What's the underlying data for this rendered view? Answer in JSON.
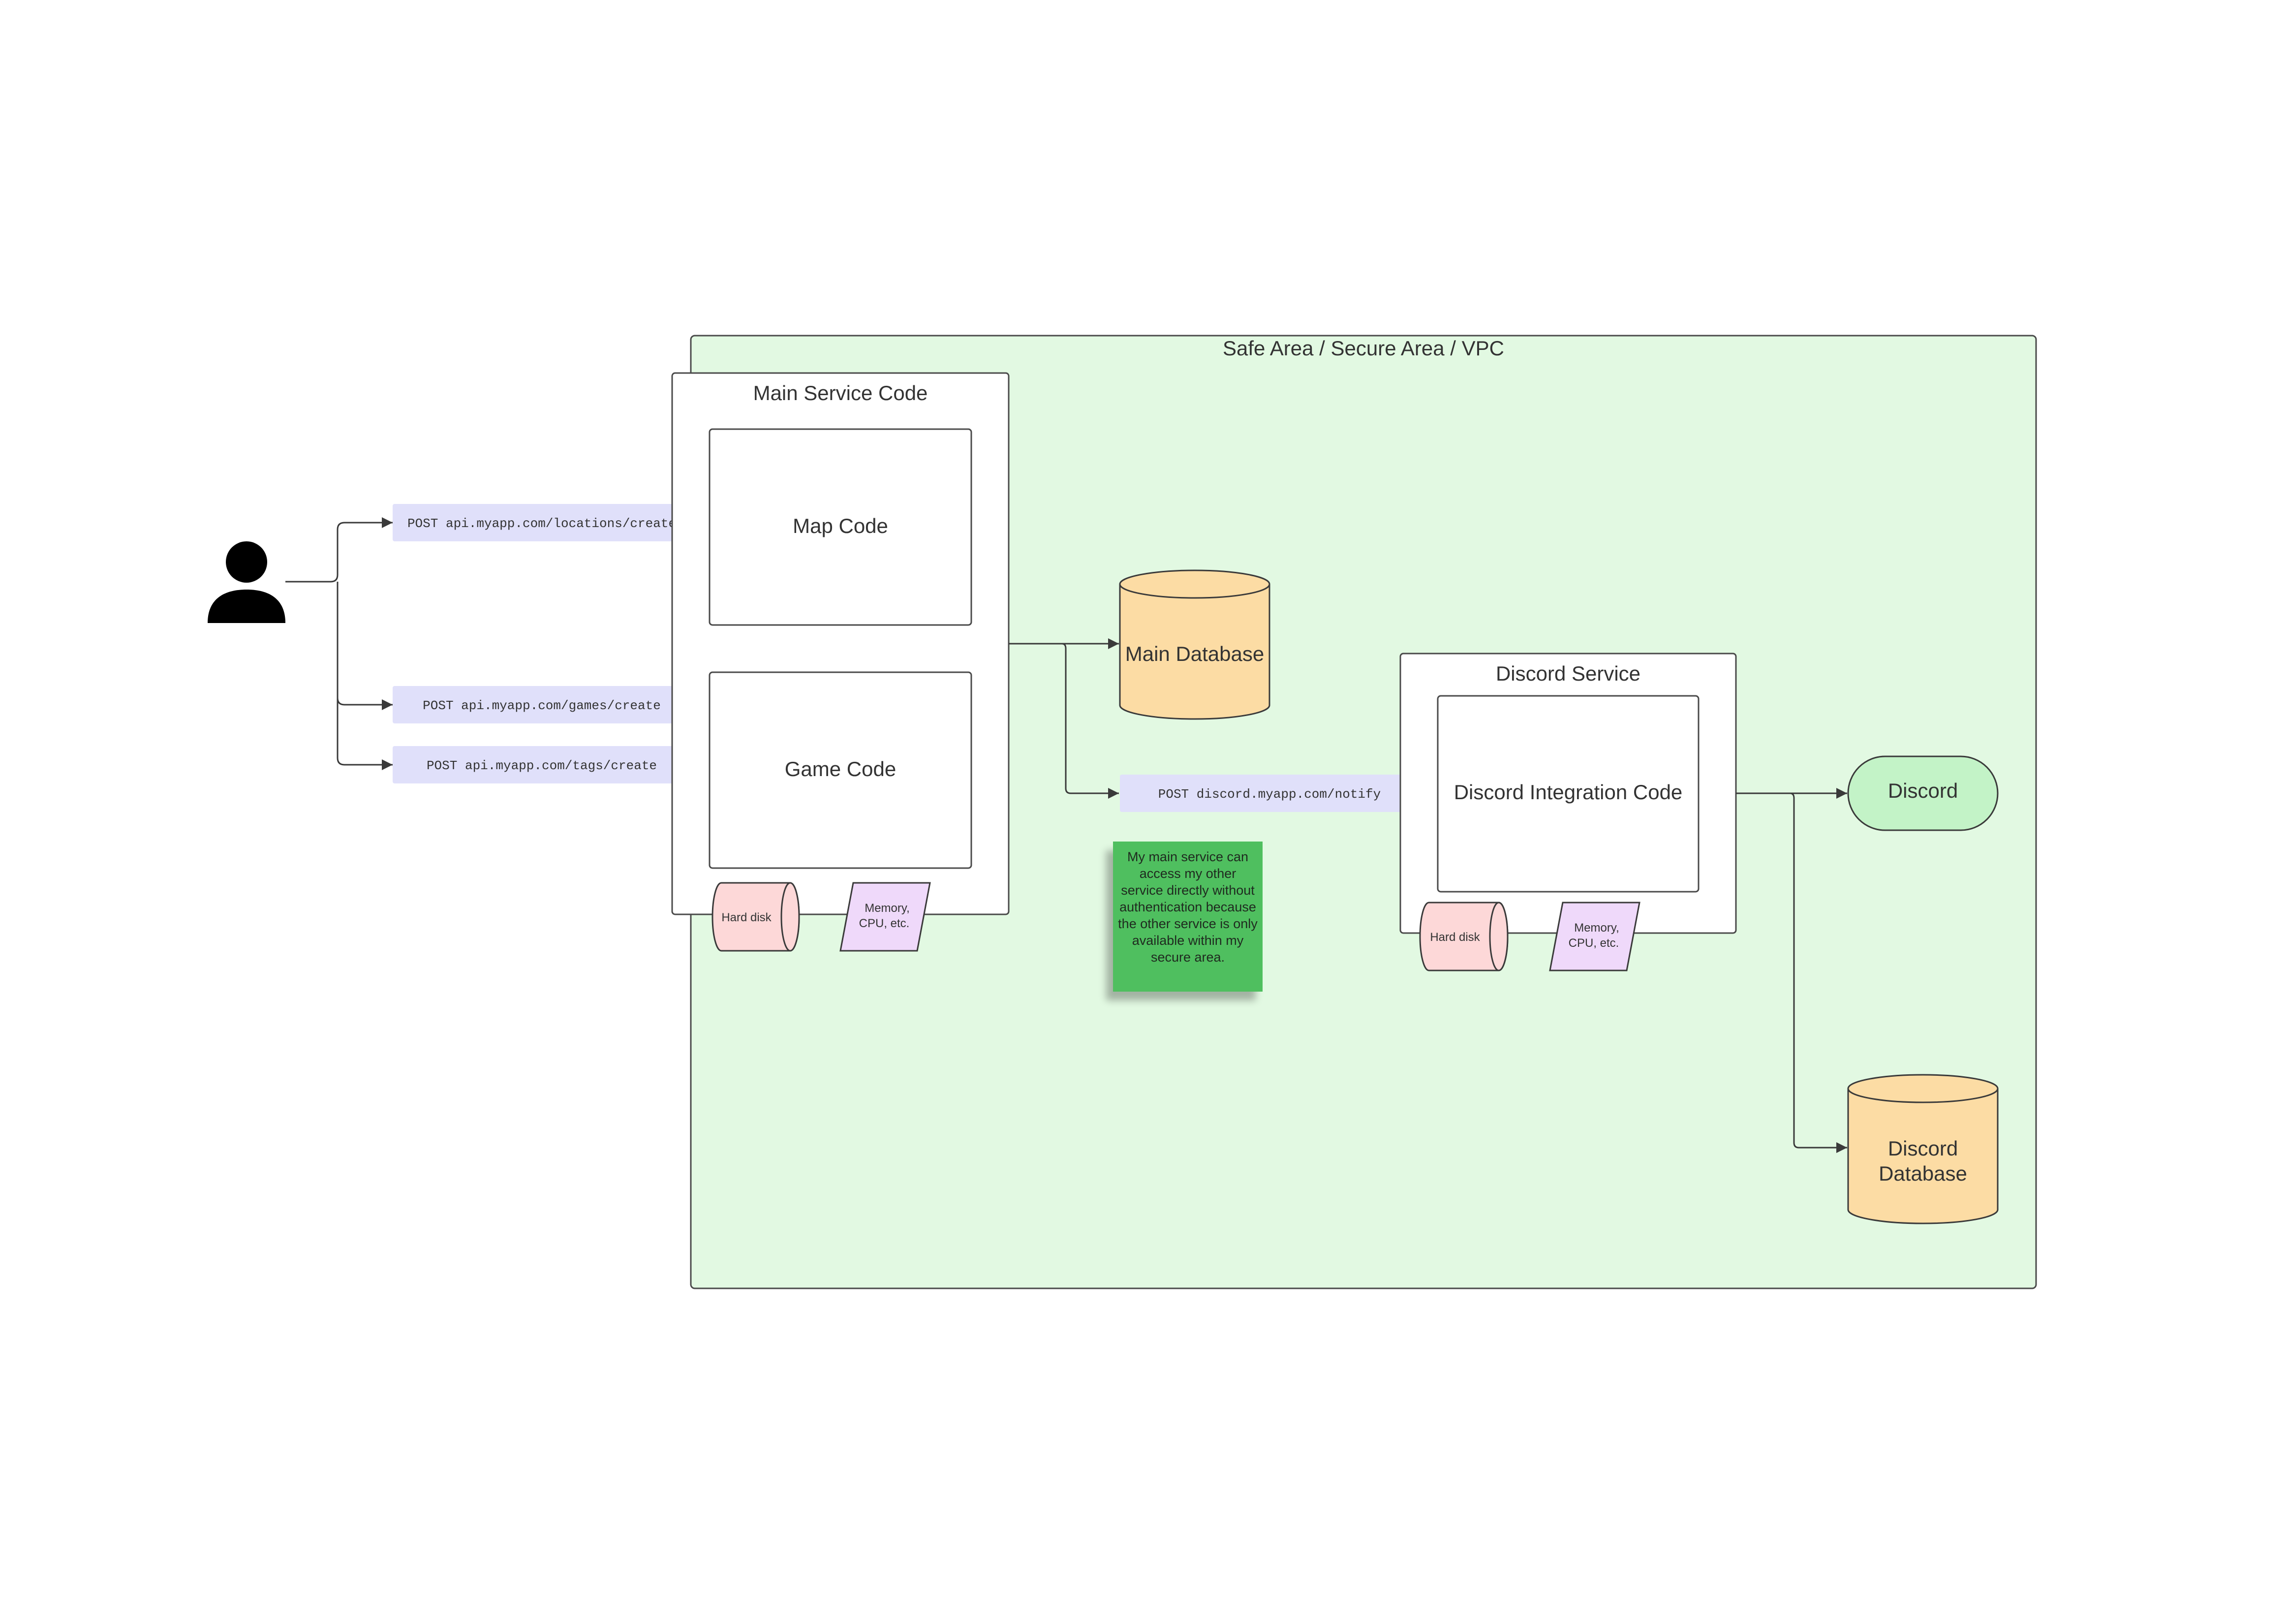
{
  "diagram": {
    "vpc_label": "Safe Area / Secure Area / VPC",
    "main_service": {
      "title": "Main Service Code",
      "map_code": "Map Code",
      "game_code": "Game Code",
      "hard_disk": "Hard disk",
      "memory_line1": "Memory,",
      "memory_line2": "CPU, etc."
    },
    "endpoints": {
      "locations": "POST api.myapp.com/locations/create",
      "games": "POST api.myapp.com/games/create",
      "tags": "POST api.myapp.com/tags/create",
      "notify": "POST discord.myapp.com/notify"
    },
    "main_database": "Main Database",
    "discord_service": {
      "title": "Discord Service",
      "integration_code": "Discord Integration Code",
      "hard_disk": "Hard disk",
      "memory_line1": "Memory,",
      "memory_line2": "CPU, etc."
    },
    "discord": "Discord",
    "discord_database_line1": "Discord",
    "discord_database_line2": "Database",
    "note": "My main service can access my other service directly without authentication because the other service is only available within my secure area."
  },
  "colors": {
    "vpc_fill": "#e2f9e2",
    "endpoint_fill": "#e0e0fa",
    "database_fill": "#fcdca4",
    "hard_disk_fill": "#fdd8d8",
    "memory_fill": "#efd9fa",
    "discord_fill": "#c3f3c7",
    "note_fill": "#4fbf5f",
    "stroke": "#3a3a3a"
  },
  "icons": {
    "user": "user-icon"
  }
}
